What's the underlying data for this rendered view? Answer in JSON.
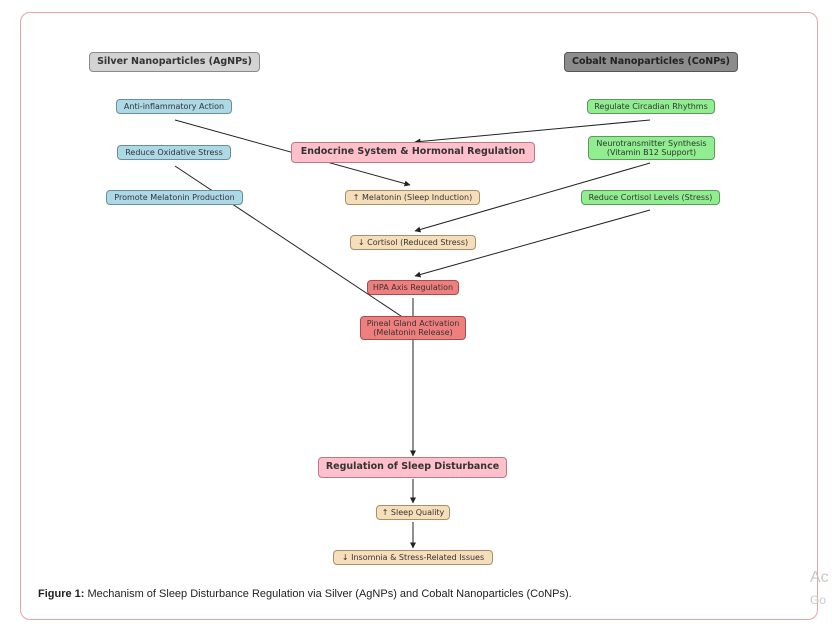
{
  "diagram": {
    "nodes": {
      "agnps": "Silver Nanoparticles (AgNPs)",
      "conps": "Cobalt Nanoparticles (CoNPs)",
      "anti_inflammatory": "Anti-inflammatory Action",
      "reduce_oxidative": "Reduce Oxidative Stress",
      "promote_melatonin": "Promote Melatonin Production",
      "circadian": "Regulate Circadian Rhythms",
      "neurotransmitter": "Neurotransmitter Synthesis\n(Vitamin B12 Support)",
      "reduce_cortisol": "Reduce Cortisol Levels (Stress)",
      "endocrine": "Endocrine System & Hormonal Regulation",
      "melatonin_up": "↑ Melatonin (Sleep Induction)",
      "cortisol_down": "↓ Cortisol (Reduced Stress)",
      "hpa": "HPA Axis Regulation",
      "pineal": "Pineal Gland Activation\n(Melatonin Release)",
      "sleep_reg": "Regulation of Sleep Disturbance",
      "sleep_quality": "↑ Sleep Quality",
      "insomnia": "↓ Insomnia & Stress-Related Issues"
    }
  },
  "caption": {
    "label": "Figure 1:",
    "text": " Mechanism of Sleep Disturbance Regulation via Silver (AgNPs) and Cobalt Nanoparticles (CoNPs)."
  },
  "watermark": {
    "line1": "Ac",
    "line2": "Go"
  }
}
